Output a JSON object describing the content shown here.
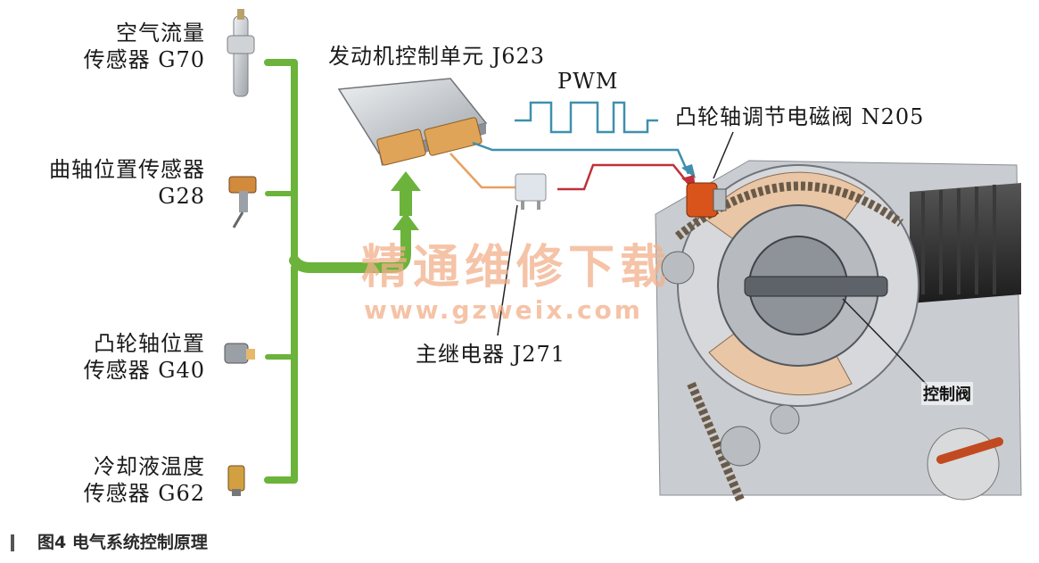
{
  "labels": {
    "maf_line1": "空气流量",
    "maf_line2": "传感器 G70",
    "crank_line1": "曲轴位置传感器",
    "crank_line2": "G28",
    "cam_line1": "凸轮轴位置",
    "cam_line2": "传感器 G40",
    "coolant_line1": "冷却液温度",
    "coolant_line2": "传感器 G62",
    "ecu": "发动机控制单元 J623",
    "pwm": "PWM",
    "solenoid": "凸轮轴调节电磁阀 N205",
    "relay": "主继电器 J271",
    "control_valve": "控制阀"
  },
  "watermark": {
    "text": "精通维修下载",
    "url": "www.gzweix.com"
  },
  "caption": "图4   电气系统控制原理",
  "colors": {
    "signal_bus": "#6bb33a",
    "pwm_line": "#3f8fae",
    "relay_line": "#e8a060",
    "power_line": "#c0303a",
    "solenoid": "#d9541a",
    "ecu_body": "#c8ccd0",
    "ecu_connector": "#e0a458"
  }
}
